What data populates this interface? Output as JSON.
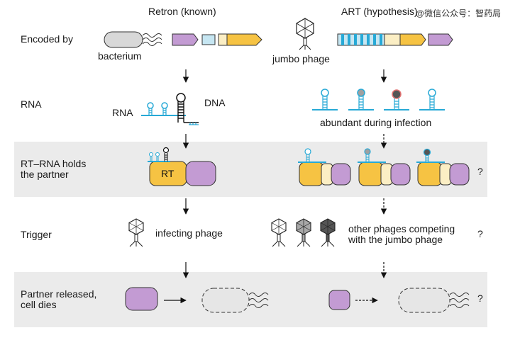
{
  "columns": {
    "left": "Retron (known)",
    "right": "ART (hypothesis)"
  },
  "watermark": "@微信公众号：智药局",
  "rows": [
    {
      "label_lines": [
        "Encoded by"
      ]
    },
    {
      "label_lines": [
        "RNA"
      ]
    },
    {
      "label_lines": [
        "RT–RNA holds",
        "the partner"
      ]
    },
    {
      "label_lines": [
        "Trigger"
      ]
    },
    {
      "label_lines": [
        "Partner released,",
        "cell dies"
      ]
    }
  ],
  "labels": {
    "bacterium": "bacterium",
    "jumbo_phage": "jumbo phage",
    "rna": "RNA",
    "dna": "DNA",
    "abundant": "abundant during infection",
    "rt": "RT",
    "infecting_phage": "infecting phage",
    "other_phages_lines": [
      "other phages competing",
      "with the jumbo phage"
    ],
    "question_mark": "?"
  },
  "colors": {
    "rt_yellow": "#f6c343",
    "pale_yellow": "#fbeec4",
    "partner_purple": "#c39bd3",
    "rna_blue": "#27a9d6",
    "light_blue": "#c6e6f2",
    "cell_grey": "#d8d8d8",
    "band_grey": "#ebebeb",
    "dark_grey": "#555555"
  }
}
